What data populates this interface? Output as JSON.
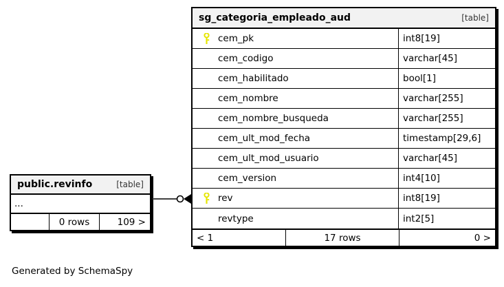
{
  "diagram": {
    "generator_credit": "Generated by SchemaSpy",
    "relationship": {
      "icon": "zero-to-many-connector",
      "from_table": "public.revinfo",
      "to_table": "sg_categoria_empleado_aud",
      "to_column": "rev"
    }
  },
  "main_table": {
    "name": "sg_categoria_empleado_aud",
    "kind": "[table]",
    "columns": [
      {
        "key": true,
        "key_icon": "primary-key-icon",
        "name": "cem_pk",
        "type": "int8[19]"
      },
      {
        "key": false,
        "key_icon": "",
        "name": "cem_codigo",
        "type": "varchar[45]"
      },
      {
        "key": false,
        "key_icon": "",
        "name": "cem_habilitado",
        "type": "bool[1]"
      },
      {
        "key": false,
        "key_icon": "",
        "name": "cem_nombre",
        "type": "varchar[255]"
      },
      {
        "key": false,
        "key_icon": "",
        "name": "cem_nombre_busqueda",
        "type": "varchar[255]"
      },
      {
        "key": false,
        "key_icon": "",
        "name": "cem_ult_mod_fecha",
        "type": "timestamp[29,6]"
      },
      {
        "key": false,
        "key_icon": "",
        "name": "cem_ult_mod_usuario",
        "type": "varchar[45]"
      },
      {
        "key": false,
        "key_icon": "",
        "name": "cem_version",
        "type": "int4[10]"
      },
      {
        "key": true,
        "key_icon": "primary-key-icon",
        "name": "rev",
        "type": "int8[19]"
      },
      {
        "key": false,
        "key_icon": "",
        "name": "revtype",
        "type": "int2[5]"
      }
    ],
    "footer": {
      "prev": "< 1",
      "rows": "17 rows",
      "next": "0 >"
    }
  },
  "related_table": {
    "name": "public.revinfo",
    "kind": "[table]",
    "collapsed_marker": "...",
    "footer": {
      "prev": "",
      "rows": "0 rows",
      "next": "109 >"
    }
  },
  "colors": {
    "key_yellow": "#e6e600",
    "header_bg": "#f2f2f2",
    "border": "#000000",
    "text": "#000000"
  }
}
